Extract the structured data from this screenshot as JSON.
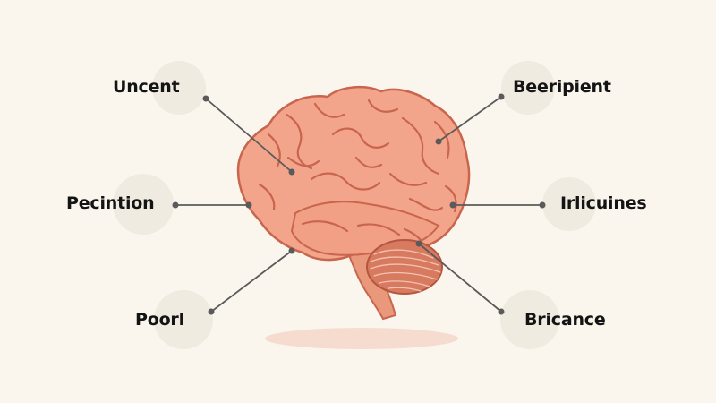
{
  "labels": {
    "top_left": "Uncent",
    "mid_left": "Pecintion",
    "bottom_left": "Poorl",
    "top_right": "Beeripient",
    "mid_right": "Irlicuines",
    "bottom_right": "Bricance"
  },
  "colors": {
    "background": "#faf6ee",
    "cerebrum": "#f3a58b",
    "cerebrum_outline": "#c9654d",
    "cerebellum": "#d77a5f",
    "brainstem": "#e9987b",
    "leader_line": "#5a5a5a",
    "label_text": "#141414"
  }
}
